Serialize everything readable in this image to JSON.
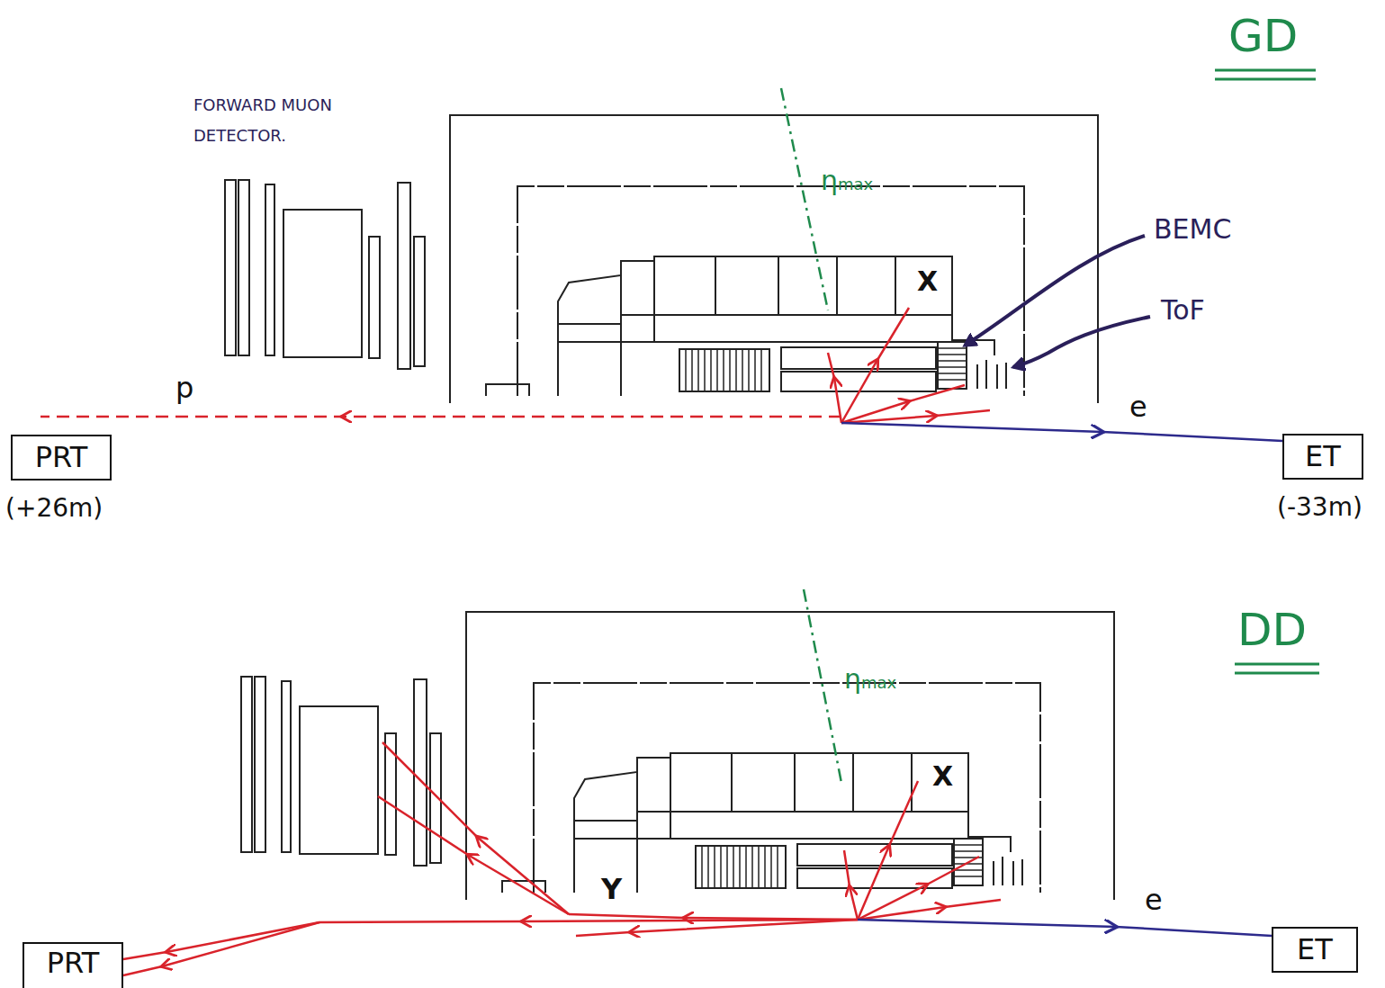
{
  "diagram": {
    "nodes": [
      {
        "text": [
          "PRT",
          "(+26m)"
        ]
      },
      {
        "text": [
          "ET",
          "(-33m)"
        ]
      },
      {
        "text": [
          "PRT"
        ]
      },
      {
        "text": [
          "ET"
        ]
      }
    ],
    "labels": [
      "FORWARD MUON DETECTOR.",
      "GD",
      "ηmax",
      "X",
      "BEMC",
      "ToF",
      "p",
      "e",
      "DD",
      "ηmax",
      "X",
      "Y",
      "e"
    ]
  }
}
